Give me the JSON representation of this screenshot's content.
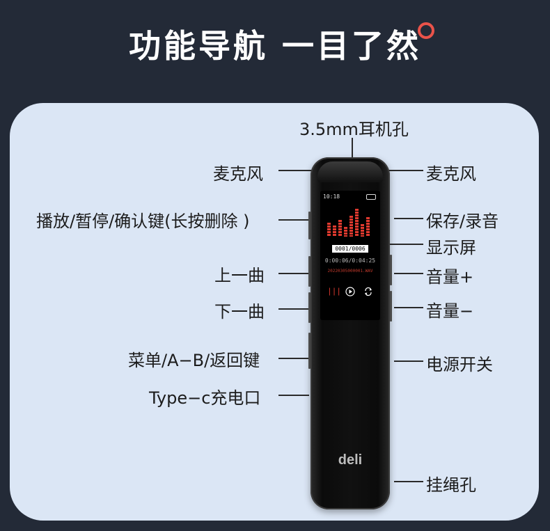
{
  "headline": "功能导航  一目了然",
  "labels": {
    "earphone_jack": "3.5mm耳机孔",
    "mic_left": "麦克风",
    "mic_right": "麦克风",
    "play_pause": "播放/暂停/确认键(长按删除 )",
    "save_record": "保存/录音",
    "display": "显示屏",
    "prev": "上一曲",
    "vol_up": "音量+",
    "next": "下一曲",
    "vol_down": "音量−",
    "menu": "菜单/A−B/返回键",
    "power": "电源开关",
    "charge": "Type−c充电口",
    "lanyard": "挂绳孔"
  },
  "screen": {
    "time": "10:18",
    "track_counter": "0001/0006",
    "elapsed": "0:00:06/0:04:25",
    "filename": "20220305000001.WAV"
  },
  "logo": "deli",
  "colors": {
    "background": "#232a37",
    "card": "#dbe6f5",
    "accent": "#e9534a",
    "screen_bars": "#e03a2f"
  }
}
